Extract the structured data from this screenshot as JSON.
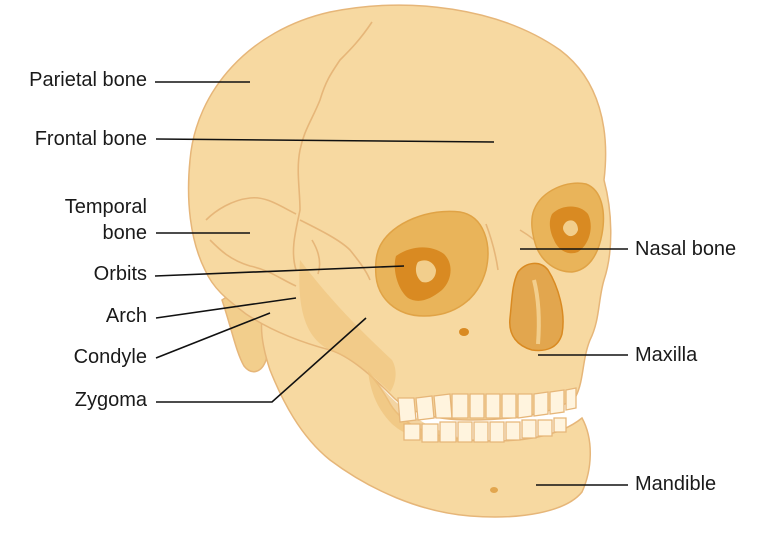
{
  "colors": {
    "bone": "#F7D9A1",
    "bone_shade": "#EEC27A",
    "bone_dark": "#E2A64E",
    "orbit": "#E9B45A",
    "orbit_deep": "#D98A22",
    "suture": "#E6B679",
    "teeth": "#FFF4DE",
    "leader": "#111111"
  },
  "labels": {
    "parietal": "Parietal bone",
    "frontal": "Frontal bone",
    "temporal_1": "Temporal",
    "temporal_2": "bone",
    "orbits": "Orbits",
    "arch": "Arch",
    "condyle": "Condyle",
    "zygoma": "Zygoma",
    "nasal": "Nasal bone",
    "maxilla": "Maxilla",
    "mandible": "Mandible"
  }
}
